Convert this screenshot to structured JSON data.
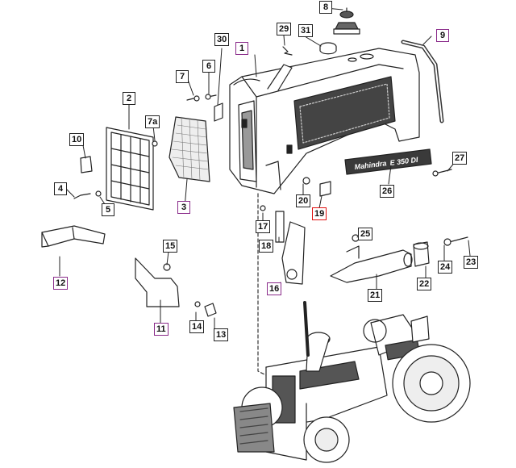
{
  "diagram": {
    "brand_text": "Mahindra",
    "model_text": "E 350 DI",
    "colors": {
      "line": "#222222",
      "highlight": "#8a2b8a",
      "selected": "#e01010",
      "panel": "#3a3a3a"
    },
    "callouts": {
      "c1": "1",
      "c2": "2",
      "c3": "3",
      "c4": "4",
      "c5": "5",
      "c6": "6",
      "c7": "7",
      "c7a": "7a",
      "c8": "8",
      "c9": "9",
      "c10": "10",
      "c11": "11",
      "c12": "12",
      "c13": "13",
      "c14": "14",
      "c15": "15",
      "c16": "16",
      "c17": "17",
      "c18": "18",
      "c19": "19",
      "c20": "20",
      "c21": "21",
      "c22": "22",
      "c23": "23",
      "c24": "24",
      "c25": "25",
      "c26": "26",
      "c27": "27",
      "c29": "29",
      "c30": "30",
      "c31": "31"
    }
  }
}
